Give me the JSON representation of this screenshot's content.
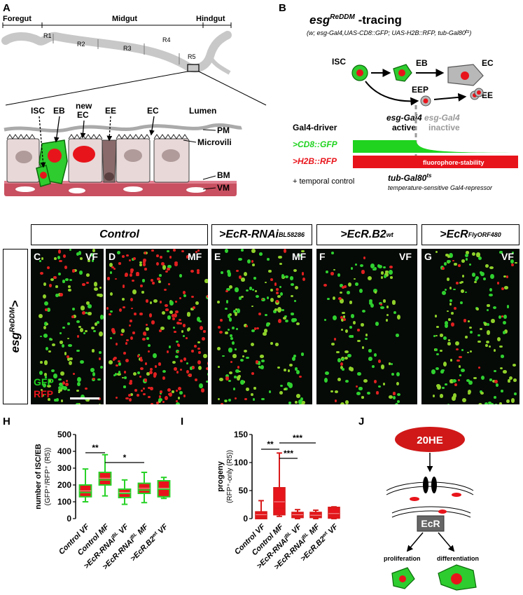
{
  "panels": {
    "A": "A",
    "B": "B",
    "H": "H",
    "I": "I",
    "J": "J"
  },
  "panelA": {
    "regions": [
      "Foregut",
      "Midgut",
      "Hindgut"
    ],
    "segments": [
      "R1",
      "R2",
      "R3",
      "R4",
      "R5"
    ],
    "cells": [
      "ISC",
      "EB",
      "new",
      "EC",
      "EE",
      "EC",
      "Lumen"
    ],
    "layers": [
      "PM",
      "Microvili",
      "BM",
      "VM"
    ]
  },
  "panelB": {
    "title": "esg",
    "title_sup": "ReDDM",
    "title_suffix": " -tracing",
    "genotype": "(w; esg-Gal4,UAS-CD8::GFP; UAS-H2B::RFP, tub-Gal80",
    "genotype_sup": "ts",
    "genotype_end": ")",
    "cells": {
      "isc": "ISC",
      "eb": "EB",
      "ec": "EC",
      "eep": "EEP",
      "ee": "EE"
    },
    "driver": "Gal4-driver",
    "active1": "esg-Gal4",
    "active2": "active",
    "inactive1": "esg-Gal4",
    "inactive2": "inactive",
    "gfp": ">CD8::GFP",
    "rfp": ">H2B::RFP",
    "stability": "fluorophore-stability",
    "temporal": "+ temporal control",
    "tub": "tub-Gal80",
    "tub_sup": "ts",
    "repressor": "temperature-sensitive Gal4-repressor",
    "colors": {
      "gfp": "#1fd31f",
      "rfp": "#e8141b",
      "cell_green": "#2ecc2e"
    }
  },
  "micro": {
    "headers": {
      "control": "Control",
      "rnai": ">EcR-RNAi",
      "rnai_sup": "BL58286",
      "b2": ">EcR.B2",
      "b2_sup": "wt",
      "orf": ">EcR",
      "orf_sup": "FlyORF480"
    },
    "row_label": "esg",
    "row_label_sup": "ReDDM",
    "row_label_end": ">",
    "channel_gfp": "GFP",
    "channel_rfp": "RFP",
    "panels": [
      {
        "letter": "C",
        "tag": "VF"
      },
      {
        "letter": "D",
        "tag": "MF"
      },
      {
        "letter": "E",
        "tag": "MF"
      },
      {
        "letter": "F",
        "tag": "VF"
      },
      {
        "letter": "G",
        "tag": "VF"
      }
    ]
  },
  "chartH": {
    "ylabel_main": "number of ISC/EB",
    "ylabel_sub": "(GFP⁺/RFP⁺ (R5))",
    "yticks": [
      "0",
      "100",
      "200",
      "300",
      "400",
      "500"
    ],
    "sig": [
      "**",
      "*"
    ]
  },
  "chartI": {
    "ylabel_main": "progeny",
    "ylabel_sub": "(RFP⁺-only (R5))",
    "yticks": [
      "0",
      "50",
      "100",
      "150"
    ],
    "sig": [
      "**",
      "***",
      "***"
    ]
  },
  "chart_data": [
    {
      "type": "box",
      "categories": [
        "Control VF",
        "Control MF",
        ">EcR-RNAi BL VF",
        ">EcR-RNAi BL MF",
        ">EcR.B2 wt VF"
      ],
      "ylim": [
        0,
        500
      ],
      "ylabel": "number of ISC/EB (GFP+/RFP+ (R5))",
      "boxes": [
        {
          "min": 100,
          "q1": 130,
          "median": 155,
          "q3": 200,
          "max": 295,
          "mean": 165
        },
        {
          "min": 135,
          "q1": 200,
          "median": 230,
          "q3": 275,
          "max": 380,
          "mean": 240
        },
        {
          "min": 85,
          "q1": 125,
          "median": 150,
          "q3": 175,
          "max": 230,
          "mean": 155
        },
        {
          "min": 95,
          "q1": 150,
          "median": 170,
          "q3": 210,
          "max": 275,
          "mean": 180
        },
        {
          "min": 120,
          "q1": 130,
          "median": 175,
          "q3": 225,
          "max": 245,
          "mean": 180
        }
      ],
      "significance": [
        {
          "from": 0,
          "to": 1,
          "label": "**"
        },
        {
          "from": 1,
          "to": 3,
          "label": "*"
        }
      ],
      "box_fill": "#e8141b",
      "box_edge": "#28d228"
    },
    {
      "type": "box",
      "categories": [
        "Control VF",
        "Control MF",
        ">EcR-RNAi BL VF",
        ">EcR-RNAi BL MF",
        ">EcR.B2 wt VF"
      ],
      "ylim": [
        0,
        150
      ],
      "ylabel": "progeny (RFP+-only (R5))",
      "boxes": [
        {
          "min": 0,
          "q1": 0,
          "median": 3,
          "q3": 12,
          "max": 32,
          "mean": 7
        },
        {
          "min": 4,
          "q1": 7,
          "median": 18,
          "q3": 55,
          "max": 117,
          "mean": 30
        },
        {
          "min": 0,
          "q1": 2,
          "median": 6,
          "q3": 11,
          "max": 16,
          "mean": 7
        },
        {
          "min": 0,
          "q1": 2,
          "median": 5,
          "q3": 11,
          "max": 15,
          "mean": 6
        },
        {
          "min": 0,
          "q1": 1,
          "median": 6,
          "q3": 20,
          "max": 21,
          "mean": 9
        }
      ],
      "significance": [
        {
          "from": 0,
          "to": 1,
          "label": "**"
        },
        {
          "from": 1,
          "to": 2,
          "label": "***"
        },
        {
          "from": 1,
          "to": 3,
          "label": "***"
        }
      ],
      "box_fill": "#e8141b",
      "box_edge": "#d91a1a"
    }
  ],
  "xcats": [
    {
      "main": "Control",
      "sup": "",
      "tail": " VF"
    },
    {
      "main": "Control",
      "sup": "",
      "tail": " MF"
    },
    {
      "main": ">EcR-RNAi",
      "sup": "BL",
      "tail": " VF"
    },
    {
      "main": ">EcR-RNAi",
      "sup": "BL",
      "tail": " MF"
    },
    {
      "main": ">EcR.B2",
      "sup": "wt",
      "tail": " VF"
    }
  ],
  "panelJ": {
    "hormone": "20HE",
    "receptor": "EcR",
    "out1": "proliferation",
    "out2": "differentiation"
  }
}
